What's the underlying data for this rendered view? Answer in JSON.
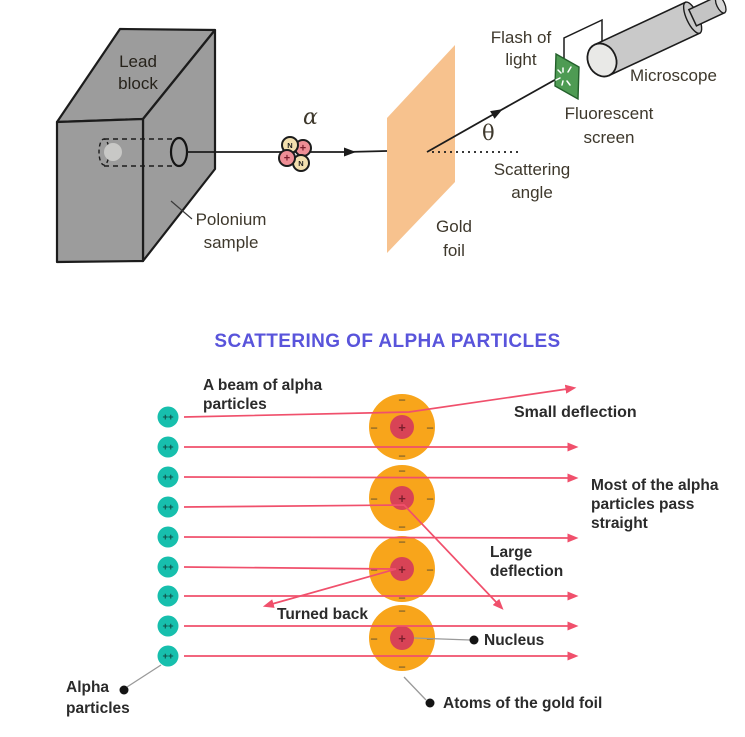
{
  "title": "SCATTERING OF ALPHA PARTICLES",
  "apparatus": {
    "lead_block": {
      "line1": "Lead",
      "line2": "block"
    },
    "polonium": {
      "line1": "Polonium",
      "line2": "sample"
    },
    "alpha_symbol": "α",
    "gold_foil": {
      "line1": "Gold",
      "line2": "foil"
    },
    "flash_of_light": {
      "line1": "Flash of",
      "line2": "light"
    },
    "microscope": "Microscope",
    "fluorescent_screen": {
      "line1": "Fluorescent",
      "line2": "screen"
    },
    "theta_symbol": "θ",
    "scattering_angle": {
      "line1": "Scattering",
      "line2": "angle"
    },
    "proton_symbol": "+",
    "neutron_symbol": "N"
  },
  "scattering": {
    "beam_label": {
      "line1": "A beam of alpha",
      "line2": "particles"
    },
    "small_deflection": "Small deflection",
    "pass_straight": {
      "line1": "Most of the alpha",
      "line2": "particles pass",
      "line3": "straight"
    },
    "large_deflection": {
      "line1": "Large",
      "line2": "deflection"
    },
    "turned_back": "Turned back",
    "nucleus": "Nucleus",
    "alpha_particles": {
      "line1": "Alpha",
      "line2": "particles"
    },
    "atoms_of_gold_foil": "Atoms of the gold foil",
    "alpha_charge_symbol": "++",
    "nucleus_symbol": "+",
    "electron_symbol": "−",
    "alpha_particle_count": 9,
    "gold_atom_count": 4
  },
  "colors": {
    "title": "#5954DB",
    "alpha_particle": "#17BFAD",
    "alpha_charge_text": "#114D46",
    "beam": "#F0506C",
    "atom": "#F8A51B",
    "nucleus": "#D84356",
    "nucleus_plus": "#7A1F2D",
    "electron_text": "#5D5030",
    "gold_foil": "#F7C28E",
    "fluorescent_screen": "#4E9B53",
    "lead_block": "#9C9C9C",
    "microscope_gray": "#C9C9C9",
    "label_dark": "#2B2B2B",
    "apparatus_text": "#3E382C",
    "proton_pink": "#EE8E95",
    "neutron_cream": "#F2DFAE"
  }
}
